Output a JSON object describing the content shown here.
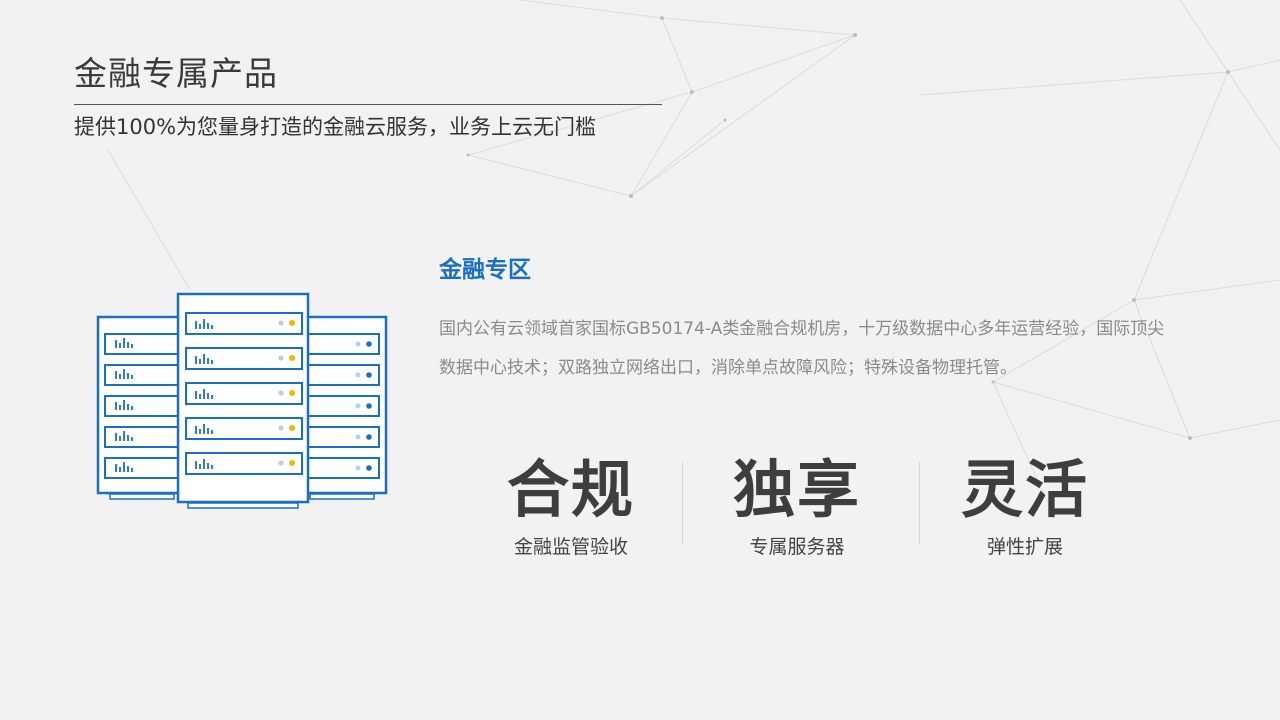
{
  "header": {
    "title": "金融专属产品",
    "subtitle": "提供100%为您量身打造的金融云服务，业务上云无门槛"
  },
  "illustration": {
    "icon": "server-rack-icon",
    "accent_color": "#1a6fc2"
  },
  "section": {
    "title": "金融专区",
    "description": "国内公有云领域首家国标GB50174-A类金融合规机房，十万级数据中心多年运营经验，国际顶尖数据中心技术；双路独立网络出口，消除单点故障风险；特殊设备物理托管。"
  },
  "features": [
    {
      "name": "合规",
      "desc": "金融监管验收"
    },
    {
      "name": "独享",
      "desc": "专属服务器"
    },
    {
      "name": "灵活",
      "desc": "弹性扩展"
    }
  ]
}
